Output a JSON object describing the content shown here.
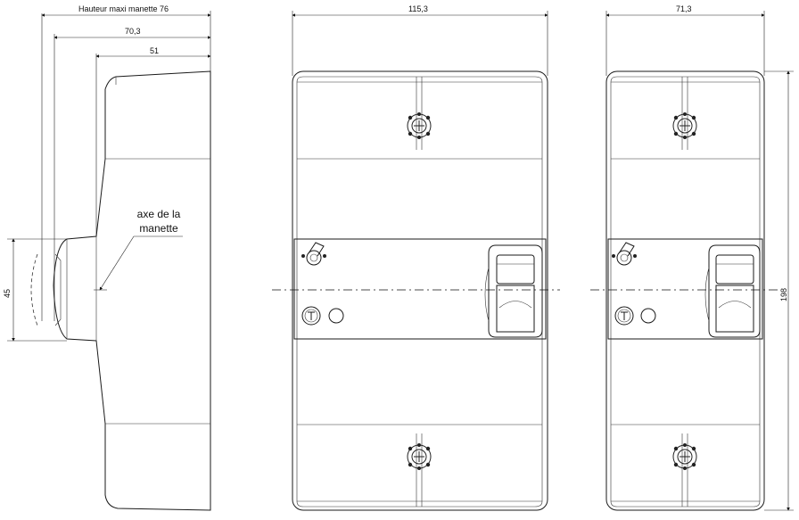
{
  "dimensions": {
    "hauteur_maxi": "Hauteur maxi manette 76",
    "depth_70": "70,3",
    "depth_51": "51",
    "height_45": "45",
    "width_115": "115,3",
    "width_71": "71,3",
    "height_198": "198"
  },
  "annotation": {
    "line1": "axe de la",
    "line2": "manette"
  },
  "icons": [
    "fixing-screw-icon",
    "handle-lever-icon",
    "test-button-icon",
    "indicator-led-icon",
    "rocker-switch-icon"
  ]
}
